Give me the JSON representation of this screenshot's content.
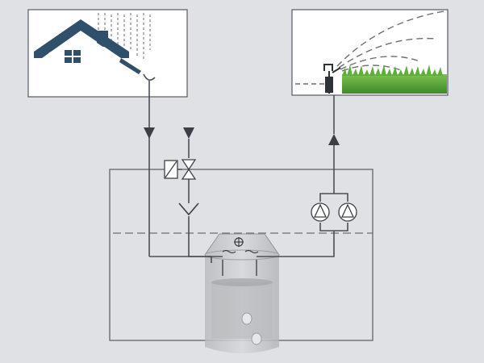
{
  "diagram": {
    "title": "",
    "colors": {
      "background": "#dfe1e5",
      "line": "#4a4f57",
      "roof": "#2f4f6b",
      "grass": "#4fa33a",
      "tank": "#c9cbce",
      "water": "#b7b9bc"
    },
    "nodes": [
      {
        "id": "house",
        "icon": "house-icon",
        "role": "rain-collection"
      },
      {
        "id": "garden",
        "icon": "grass-icon",
        "role": "irrigation-sprinkler"
      },
      {
        "id": "mains-supply",
        "icon": "supply-arrow-icon"
      },
      {
        "id": "solenoid-valve",
        "icon": "solenoid-valve-icon"
      },
      {
        "id": "air-gap-funnel",
        "icon": "funnel-icon"
      },
      {
        "id": "pump-1",
        "icon": "pump-icon"
      },
      {
        "id": "pump-2",
        "icon": "pump-icon"
      },
      {
        "id": "storage-tank",
        "icon": "tank-icon"
      }
    ],
    "edges": [
      {
        "from": "house",
        "to": "storage-tank"
      },
      {
        "from": "mains-supply",
        "to": "solenoid-valve"
      },
      {
        "from": "solenoid-valve",
        "to": "air-gap-funnel"
      },
      {
        "from": "air-gap-funnel",
        "to": "storage-tank"
      },
      {
        "from": "storage-tank",
        "to": "pump-1"
      },
      {
        "from": "storage-tank",
        "to": "pump-2"
      },
      {
        "from": "pump-1",
        "to": "garden"
      },
      {
        "from": "pump-2",
        "to": "garden"
      }
    ]
  }
}
